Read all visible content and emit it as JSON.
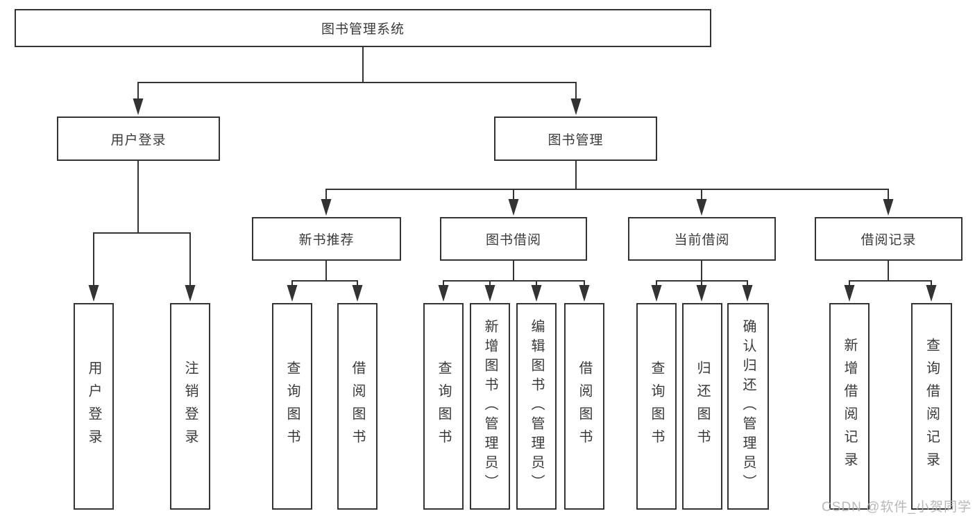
{
  "diagram": {
    "type": "tree-structure-diagram",
    "colors": {
      "line": "#333333",
      "box_border": "#333333",
      "text": "#3a3a3a",
      "background": "#ffffff",
      "watermark": "#b2b2b2"
    },
    "tree": {
      "label": "图书管理系统",
      "children": [
        {
          "label": "用户登录",
          "children": [
            {
              "label": "用户登录"
            },
            {
              "label": "注销登录"
            }
          ]
        },
        {
          "label": "图书管理",
          "children": [
            {
              "label": "新书推荐",
              "children": [
                {
                  "label": "查询图书"
                },
                {
                  "label": "借阅图书"
                }
              ]
            },
            {
              "label": "图书借阅",
              "children": [
                {
                  "label": "查询图书"
                },
                {
                  "label": "新增图书（管理员）"
                },
                {
                  "label": "编辑图书（管理员）"
                },
                {
                  "label": "借阅图书"
                }
              ]
            },
            {
              "label": "当前借阅",
              "children": [
                {
                  "label": "查询图书"
                },
                {
                  "label": "归还图书"
                },
                {
                  "label": "确认归还（管理员）"
                }
              ]
            },
            {
              "label": "借阅记录",
              "children": [
                {
                  "label": "新增借阅记录"
                },
                {
                  "label": "查询借阅记录"
                }
              ]
            }
          ]
        }
      ]
    },
    "watermark": "CSDN @软件_小贺同学"
  }
}
